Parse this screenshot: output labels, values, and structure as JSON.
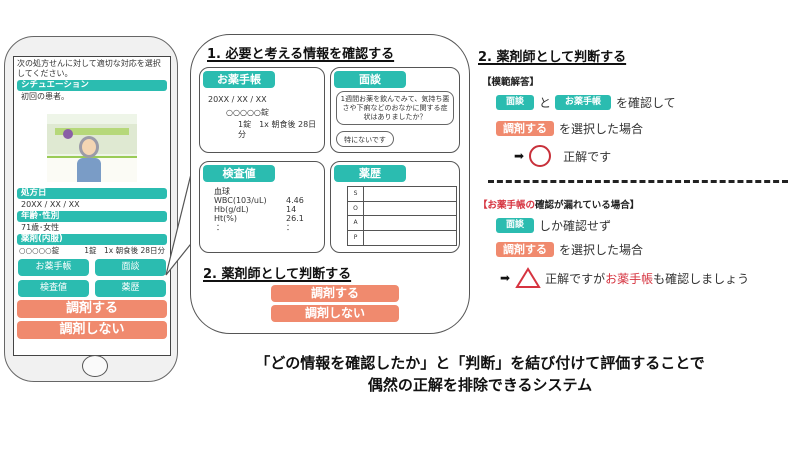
{
  "phone": {
    "question": "次の処方せんに対して適切な対応を選択してください。",
    "situation_label": "シチュエーション",
    "situation_value": "初回の患者。",
    "rx_date_label": "処方日",
    "rx_date_value": "20XX / XX / XX",
    "age_sex_label": "年齢･性別",
    "age_sex_value": "71歳･女性",
    "drug_label": "薬剤(内服)",
    "drug_name": "○○○○○錠",
    "drug_dose": "1錠　1x 朝食後 28日分",
    "buttons": [
      "お薬手帳",
      "面談",
      "検査値",
      "薬歴"
    ],
    "dispense": "調剤する",
    "no_dispense": "調剤しない"
  },
  "panel": {
    "step1_title": "1. 必要と考える情報を確認する",
    "notebook": {
      "tag": "お薬手帳",
      "date": "20XX / XX / XX",
      "drug": "○○○○○錠",
      "dose": "1錠　1x 朝食後 28日分"
    },
    "interview": {
      "tag": "面談",
      "question": "1週間お薬を飲んでみて、気持ち悪さや下痢などのおなかに関する症状はありましたか？",
      "answer": "特にないです"
    },
    "labs": {
      "tag": "検査値",
      "header": "血球",
      "rows": [
        {
          "k": "WBC(103/uL)",
          "v": "4.46"
        },
        {
          "k": "Hb(g/dL)",
          "v": "14"
        },
        {
          "k": "Ht(%)",
          "v": "26.1"
        },
        {
          "k": "：",
          "v": "："
        }
      ]
    },
    "history": {
      "tag": "薬歴",
      "soap": [
        "S",
        "O",
        "A",
        "P"
      ]
    },
    "step2_title": "2. 薬剤師として判断する",
    "dispense": "調剤する",
    "no_dispense": "調剤しない"
  },
  "right": {
    "title": "2. 薬剤師として判断する",
    "model_heading": "【模範解答】",
    "model": {
      "chip1": "面談",
      "joiner": "と",
      "chip2": "お薬手帳",
      "text1": "を確認して",
      "chip3": "調剤する",
      "text2": "を選択した場合",
      "arrow": "➡",
      "result": "正解です"
    },
    "missed_heading_red": "【お薬手帳の",
    "missed_heading_rest": "確認が漏れている場合】",
    "missed": {
      "chip1": "面談",
      "text1": "しか確認せず",
      "chip2": "調剤する",
      "text2": "を選択した場合",
      "arrow": "➡",
      "result_a": "正解ですが",
      "result_red": "お薬手帳",
      "result_b": "も確認しましょう"
    }
  },
  "footer": {
    "line1": "「どの情報を確認したか」と「判断」を結び付けて評価することで",
    "line2": "偶然の正解を排除できるシステム"
  },
  "colors": {
    "teal": "#2bbcb0",
    "salmon": "#f08a6e",
    "red": "#d63440"
  }
}
